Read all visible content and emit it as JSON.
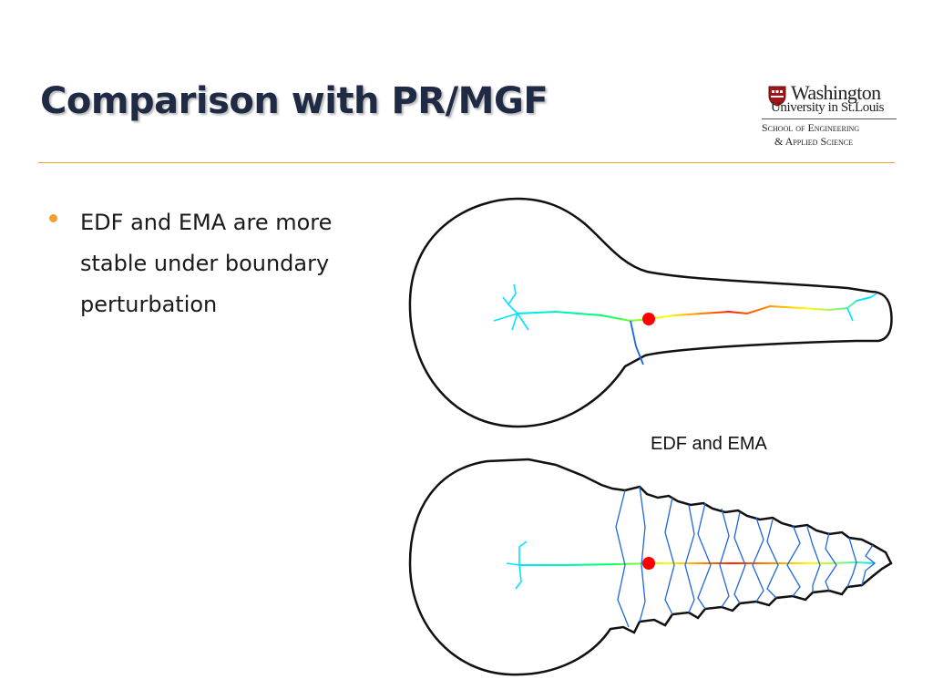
{
  "slide": {
    "title": "Comparison with PR/MGF",
    "accent_color": "#f0a030",
    "bullets": [
      {
        "text": "EDF and EMA are more stable under boundary perturbation"
      }
    ]
  },
  "logo": {
    "line1": "Washington",
    "line2": "University in St.Louis",
    "line3": "School of Engineering",
    "line4": "& Applied Science"
  },
  "figure": {
    "caption": "EDF and EMA",
    "axis_colors": [
      "#00e5ff",
      "#00ff66",
      "#ffff00",
      "#ff2200"
    ],
    "branch_color": "#1e66dd",
    "center_point_color": "#ff0000"
  }
}
